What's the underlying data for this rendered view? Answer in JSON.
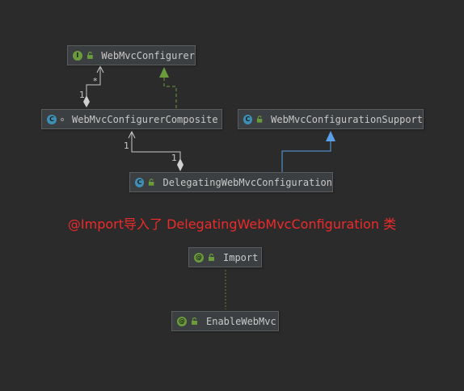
{
  "nodes": {
    "webmvcconfigurer": {
      "label": "WebMvcConfigurer",
      "kind": "interface",
      "icon": "I"
    },
    "composite": {
      "label": "WebMvcConfigurerComposite",
      "kind": "class",
      "icon": "C"
    },
    "support": {
      "label": "WebMvcConfigurationSupport",
      "kind": "class",
      "icon": "C"
    },
    "delegating": {
      "label": "DelegatingWebMvcConfiguration",
      "kind": "class",
      "icon": "C"
    },
    "import": {
      "label": "Import",
      "kind": "annotation",
      "icon": "@"
    },
    "enablewebmvc": {
      "label": "EnableWebMvc",
      "kind": "annotation",
      "icon": "@"
    }
  },
  "edges": {
    "e1": {
      "from": "composite",
      "to": "webmvcconfigurer",
      "type": "aggregation",
      "source_mult": "1",
      "target_mult": "*"
    },
    "e2": {
      "from": "composite",
      "to": "webmvcconfigurer",
      "type": "implements"
    },
    "e3": {
      "from": "delegating",
      "to": "composite",
      "type": "aggregation",
      "source_mult": "1"
    },
    "e4": {
      "from": "delegating",
      "to": "support",
      "type": "extends"
    },
    "e5": {
      "from": "enablewebmvc",
      "to": "import",
      "type": "annotated-by"
    }
  },
  "caption": "@Import导入了 DelegatingWebMvcConfiguration 类",
  "colors": {
    "background": "#2b2b2b",
    "node_fill": "#3c3f41",
    "extends_edge": "#5aa0e8",
    "implements_edge": "#6a9c3b",
    "annotation_edge": "#6a7a3b",
    "caption": "#ee2b2b",
    "class_icon": "#3f8fb5",
    "interface_icon": "#6a9c3b"
  }
}
